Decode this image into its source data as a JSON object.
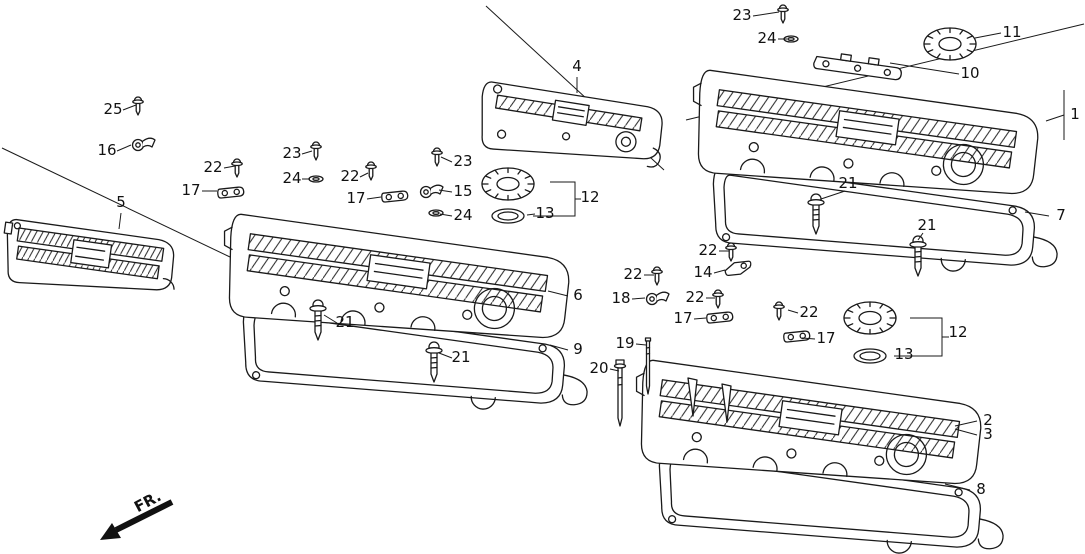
{
  "page": {
    "background_color": "#ffffff",
    "line_color": "#1a1a1a",
    "text_color": "#111111"
  },
  "diagram": {
    "fr_label": "FR.",
    "labels": {
      "1": "1",
      "2": "2",
      "3": "3",
      "4": "4",
      "5": "5",
      "6": "6",
      "7": "7",
      "8": "8",
      "9": "9",
      "10": "10",
      "11": "11",
      "12": "12",
      "13": "13",
      "14": "14",
      "15": "15",
      "16": "16",
      "17": "17",
      "18": "18",
      "19": "19",
      "20": "20",
      "21": "21",
      "22": "22",
      "23": "23",
      "24": "24",
      "25": "25"
    }
  }
}
